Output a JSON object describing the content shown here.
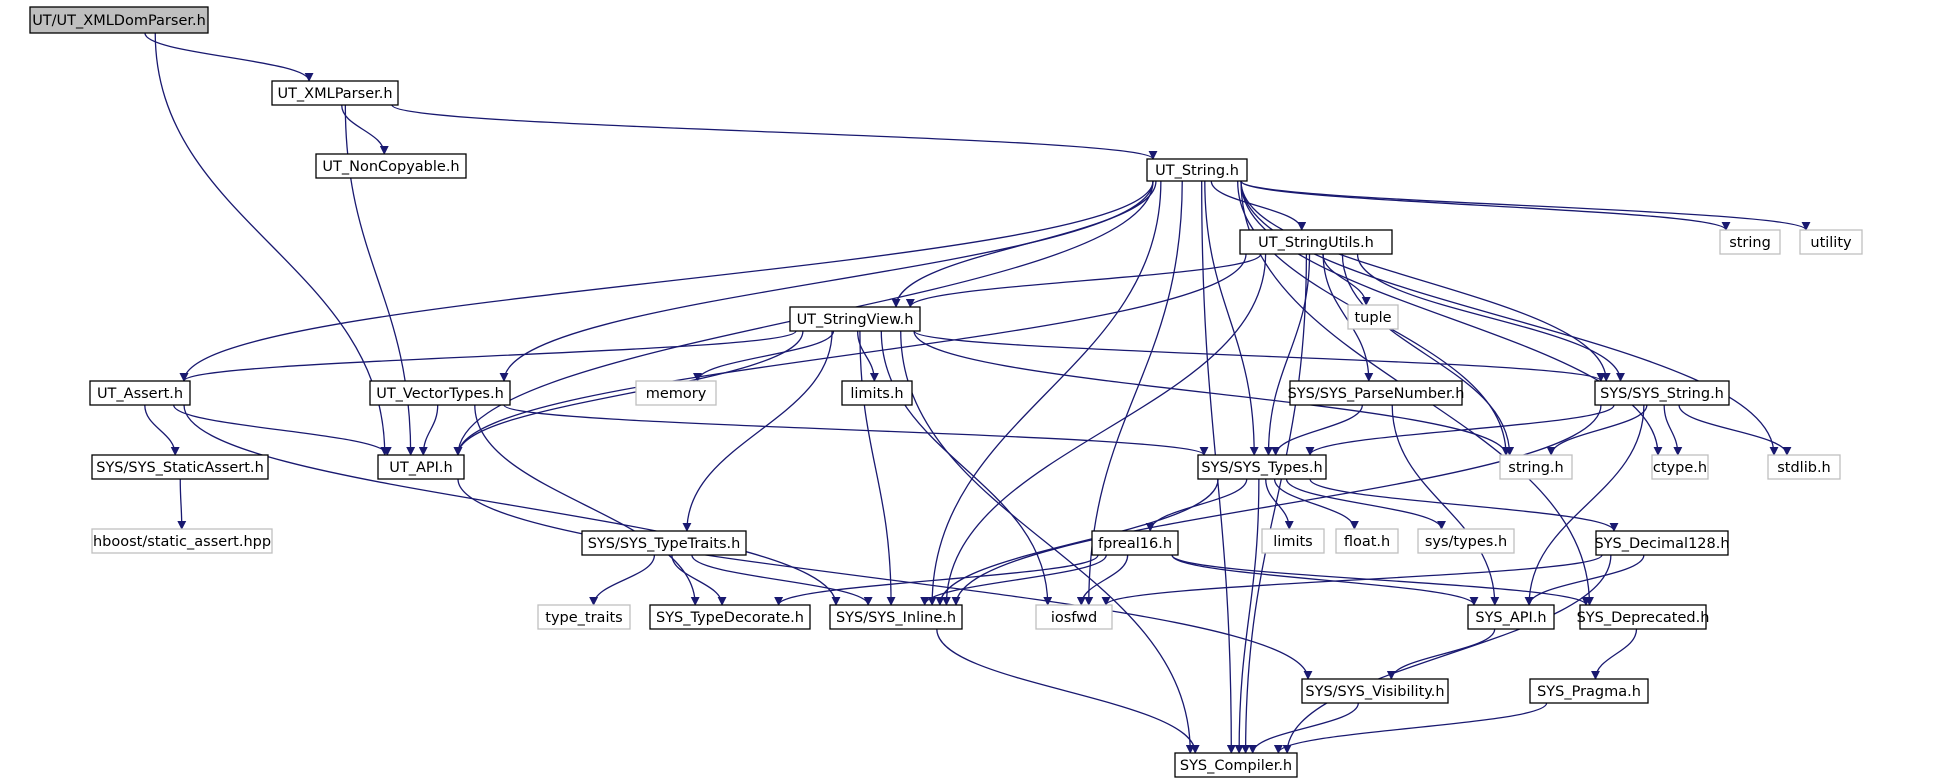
{
  "colors": {
    "edge": "#191970",
    "root_fill": "#bfbfbf",
    "system_border": "#bfbfbf",
    "node_border": "#000000"
  },
  "nodes": [
    {
      "id": "xmldom",
      "label": "UT/UT_XMLDomParser.h",
      "kind": "root"
    },
    {
      "id": "xmlparser",
      "label": "UT_XMLParser.h",
      "kind": "header"
    },
    {
      "id": "noncopy",
      "label": "UT_NonCopyable.h",
      "kind": "header"
    },
    {
      "id": "string",
      "label": "UT_String.h",
      "kind": "header"
    },
    {
      "id": "stringutils",
      "label": "UT_StringUtils.h",
      "kind": "header"
    },
    {
      "id": "stringview",
      "label": "UT_StringView.h",
      "kind": "header"
    },
    {
      "id": "assert",
      "label": "UT_Assert.h",
      "kind": "header"
    },
    {
      "id": "vectortypes",
      "label": "UT_VectorTypes.h",
      "kind": "header"
    },
    {
      "id": "utapi",
      "label": "UT_API.h",
      "kind": "header"
    },
    {
      "id": "staticassert",
      "label": "SYS/SYS_StaticAssert.h",
      "kind": "header"
    },
    {
      "id": "hboost",
      "label": "hboost/static_assert.hpp",
      "kind": "system"
    },
    {
      "id": "memory",
      "label": "memory",
      "kind": "system"
    },
    {
      "id": "limitsh",
      "label": "limits.h",
      "kind": "header"
    },
    {
      "id": "typetraits",
      "label": "SYS/SYS_TypeTraits.h",
      "kind": "header"
    },
    {
      "id": "type_traits",
      "label": "type_traits",
      "kind": "system"
    },
    {
      "id": "typedecorate",
      "label": "SYS_TypeDecorate.h",
      "kind": "header"
    },
    {
      "id": "inline",
      "label": "SYS/SYS_Inline.h",
      "kind": "header"
    },
    {
      "id": "iosfwd",
      "label": "iosfwd",
      "kind": "system"
    },
    {
      "id": "sysstring",
      "label": "SYS/SYS_String.h",
      "kind": "header"
    },
    {
      "id": "parsenumber",
      "label": "SYS/SYS_ParseNumber.h",
      "kind": "header"
    },
    {
      "id": "systypes",
      "label": "SYS/SYS_Types.h",
      "kind": "header"
    },
    {
      "id": "stringh",
      "label": "string.h",
      "kind": "system"
    },
    {
      "id": "ctype",
      "label": "ctype.h",
      "kind": "system"
    },
    {
      "id": "stdlib",
      "label": "stdlib.h",
      "kind": "system"
    },
    {
      "id": "stdstring",
      "label": "string",
      "kind": "system"
    },
    {
      "id": "utility",
      "label": "utility",
      "kind": "system"
    },
    {
      "id": "tuple",
      "label": "tuple",
      "kind": "system"
    },
    {
      "id": "limits",
      "label": "limits",
      "kind": "system"
    },
    {
      "id": "floath",
      "label": "float.h",
      "kind": "system"
    },
    {
      "id": "systypesh",
      "label": "sys/types.h",
      "kind": "system"
    },
    {
      "id": "fpreal16",
      "label": "fpreal16.h",
      "kind": "header"
    },
    {
      "id": "decimal128",
      "label": "SYS_Decimal128.h",
      "kind": "header"
    },
    {
      "id": "sysapi",
      "label": "SYS_API.h",
      "kind": "header"
    },
    {
      "id": "deprecated",
      "label": "SYS_Deprecated.h",
      "kind": "header"
    },
    {
      "id": "visibility",
      "label": "SYS/SYS_Visibility.h",
      "kind": "header"
    },
    {
      "id": "pragma",
      "label": "SYS_Pragma.h",
      "kind": "header"
    },
    {
      "id": "compiler",
      "label": "SYS_Compiler.h",
      "kind": "header"
    }
  ],
  "edges": [
    [
      "xmldom",
      "xmlparser"
    ],
    [
      "xmldom",
      "utapi"
    ],
    [
      "xmlparser",
      "noncopy"
    ],
    [
      "xmlparser",
      "string"
    ],
    [
      "xmlparser",
      "utapi"
    ],
    [
      "string",
      "stringutils"
    ],
    [
      "string",
      "stringview"
    ],
    [
      "string",
      "assert"
    ],
    [
      "string",
      "vectortypes"
    ],
    [
      "string",
      "utapi"
    ],
    [
      "string",
      "inline"
    ],
    [
      "string",
      "compiler"
    ],
    [
      "string",
      "iosfwd"
    ],
    [
      "string",
      "systypes"
    ],
    [
      "string",
      "sysstring"
    ],
    [
      "string",
      "stringh"
    ],
    [
      "string",
      "ctype"
    ],
    [
      "string",
      "stdlib"
    ],
    [
      "string",
      "stdstring"
    ],
    [
      "string",
      "utility"
    ],
    [
      "string",
      "deprecated"
    ],
    [
      "stringutils",
      "stringview"
    ],
    [
      "stringutils",
      "utapi"
    ],
    [
      "stringutils",
      "inline"
    ],
    [
      "stringutils",
      "systypes"
    ],
    [
      "stringutils",
      "tuple"
    ],
    [
      "stringutils",
      "parsenumber"
    ],
    [
      "stringutils",
      "sysstring"
    ],
    [
      "stringutils",
      "stringh"
    ],
    [
      "stringutils",
      "compiler"
    ],
    [
      "stringview",
      "assert"
    ],
    [
      "stringview",
      "utapi"
    ],
    [
      "stringview",
      "memory"
    ],
    [
      "stringview",
      "limitsh"
    ],
    [
      "stringview",
      "typetraits"
    ],
    [
      "stringview",
      "inline"
    ],
    [
      "stringview",
      "iosfwd"
    ],
    [
      "stringview",
      "sysstring"
    ],
    [
      "stringview",
      "stringh"
    ],
    [
      "stringview",
      "compiler"
    ],
    [
      "assert",
      "staticassert"
    ],
    [
      "assert",
      "utapi"
    ],
    [
      "assert",
      "inline"
    ],
    [
      "staticassert",
      "hboost"
    ],
    [
      "vectortypes",
      "utapi"
    ],
    [
      "vectortypes",
      "systypes"
    ],
    [
      "vectortypes",
      "typedecorate"
    ],
    [
      "utapi",
      "visibility"
    ],
    [
      "typetraits",
      "type_traits"
    ],
    [
      "typetraits",
      "typedecorate"
    ],
    [
      "typetraits",
      "inline"
    ],
    [
      "parsenumber",
      "systypes"
    ],
    [
      "parsenumber",
      "sysapi"
    ],
    [
      "sysstring",
      "systypes"
    ],
    [
      "sysstring",
      "stringh"
    ],
    [
      "sysstring",
      "ctype"
    ],
    [
      "sysstring",
      "stdlib"
    ],
    [
      "sysstring",
      "inline"
    ],
    [
      "sysstring",
      "sysapi"
    ],
    [
      "systypes",
      "inline"
    ],
    [
      "systypes",
      "fpreal16"
    ],
    [
      "systypes",
      "limits"
    ],
    [
      "systypes",
      "floath"
    ],
    [
      "systypes",
      "systypesh"
    ],
    [
      "systypes",
      "decimal128"
    ],
    [
      "systypes",
      "compiler"
    ],
    [
      "fpreal16",
      "typedecorate"
    ],
    [
      "fpreal16",
      "inline"
    ],
    [
      "fpreal16",
      "iosfwd"
    ],
    [
      "fpreal16",
      "sysapi"
    ],
    [
      "fpreal16",
      "deprecated"
    ],
    [
      "decimal128",
      "iosfwd"
    ],
    [
      "decimal128",
      "sysapi"
    ],
    [
      "decimal128",
      "compiler"
    ],
    [
      "inline",
      "compiler"
    ],
    [
      "sysapi",
      "visibility"
    ],
    [
      "deprecated",
      "pragma"
    ],
    [
      "visibility",
      "compiler"
    ],
    [
      "pragma",
      "compiler"
    ]
  ]
}
